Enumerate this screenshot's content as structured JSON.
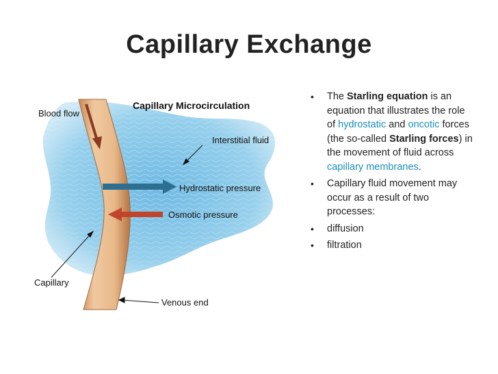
{
  "slide": {
    "title": "Capillary Exchange"
  },
  "diagram": {
    "heading": "Capillary Microcirculation",
    "labels": {
      "blood_flow": "Blood flow",
      "interstitial_fluid": "Interstitial fluid",
      "hydrostatic_pressure": "Hydrostatic pressure",
      "osmotic_pressure": "Osmotic pressure",
      "capillary": "Capillary",
      "venous_end": "Venous end"
    },
    "colors": {
      "fluid": "#7fc4e6",
      "capillary": "#e6b88a",
      "hydrostatic_arrow": "#2c6f90",
      "osmotic_arrow": "#c0452c",
      "flow_arrow": "#8a3a22"
    }
  },
  "bullets": {
    "item1": {
      "p1": "The ",
      "starling_equation": "Starling equation",
      "p2": " is an equation that illustrates the role of ",
      "hydrostatic": "hydrostatic",
      "p3": " and ",
      "oncotic": "oncotic",
      "p4": " forces (the so-called ",
      "starling_forces": "Starling forces",
      "p5": ") in the movement of fluid across ",
      "capillary_membranes": "capillary membranes",
      "p6": "."
    },
    "item2": "Capillary fluid movement may occur as a result of two processes:",
    "item3": "diffusion",
    "item4": "filtration",
    "bullet_char": "•"
  }
}
